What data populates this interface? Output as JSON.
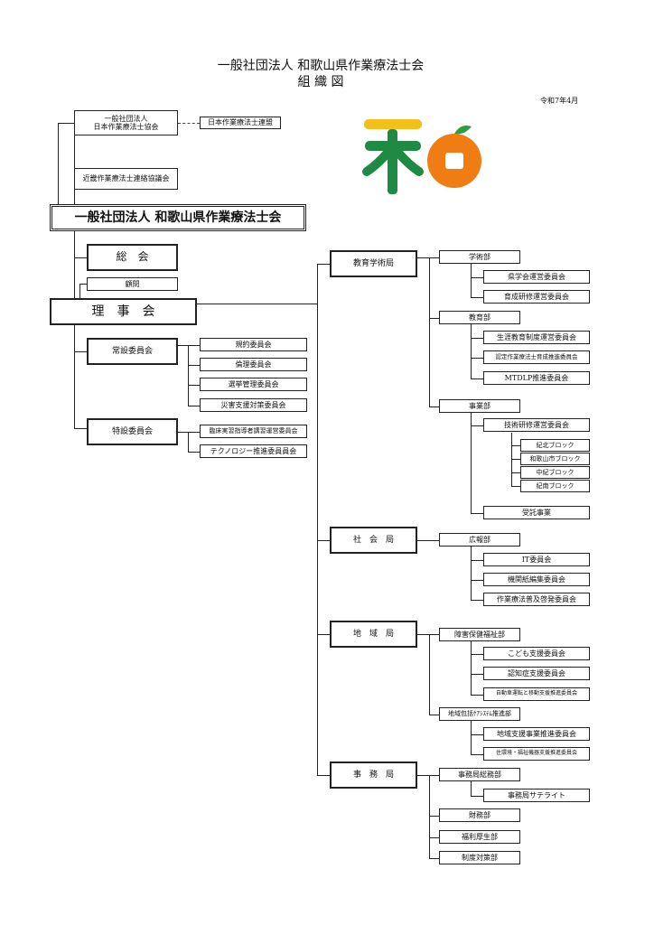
{
  "header": {
    "title": "一般社団法人 和歌山県作業療法士会",
    "subtitle": "組 織 図",
    "date": "令和7年4月"
  },
  "upper": {
    "national_assoc": "一般社団法人\n日本作業療法士協会",
    "national_league": "日本作業療法士連盟",
    "kinki": "近畿作業療法士連絡協議会",
    "main_org": "一般社団法人 和歌山県作業療法士会"
  },
  "left": {
    "general_meeting": "総　会",
    "advisor": "顧問",
    "board": "理　事　会",
    "standing_committee": "常設委員会",
    "standing_items": [
      "規約委員会",
      "倫理委員会",
      "選挙管理委員会",
      "災害支援対策委員会"
    ],
    "special_committee": "特設委員会",
    "special_items": [
      "臨床実習指導者講習運営委員会",
      "テクノロジー推進委員員会"
    ]
  },
  "education": {
    "bureau": "教育学術局",
    "academic": "学術部",
    "academic_items": [
      "県学会運営委員会",
      "育成研修運営委員会"
    ],
    "edu_dept": "教育部",
    "edu_items": [
      "生涯教育制度運営委員会",
      "認定作業療法士育成推進委員会",
      "MTDLP推進委員会"
    ],
    "projects": "事業部",
    "tech_training": "技術研修運営委員会",
    "blocks": [
      "紀北ブロック",
      "和歌山市ブロック",
      "中紀ブロック",
      "紀南ブロック"
    ],
    "commissioned": "受託事業"
  },
  "society": {
    "bureau": "社　会　局",
    "pr": "広報部",
    "pr_items": [
      "IT委員会",
      "機関紙編集委員会",
      "作業療法普及啓発委員会"
    ]
  },
  "region": {
    "bureau": "地　域　局",
    "disability": "障害保健福祉部",
    "disability_items": [
      "こども支援委員会",
      "認知症支援委員会",
      "自動車運転と移動支援推進委員会"
    ],
    "community_care": "地域包括ｹｱｼｽﾃﾑ推進部",
    "community_items": [
      "地域支援事業推進委員会",
      "住環境・福祉機器支援推進委員会"
    ]
  },
  "office": {
    "bureau": "事　務　局",
    "general_affairs": "事務局総務部",
    "satellite": "事務局サテライト",
    "finance": "財務部",
    "welfare": "福利厚生部",
    "policy": "制度対策部"
  },
  "colors": {
    "logo_green": "#1f8a43",
    "logo_yellow": "#f3bf1a",
    "logo_orange": "#f07d14",
    "leaf_green": "#2e9e3e"
  }
}
